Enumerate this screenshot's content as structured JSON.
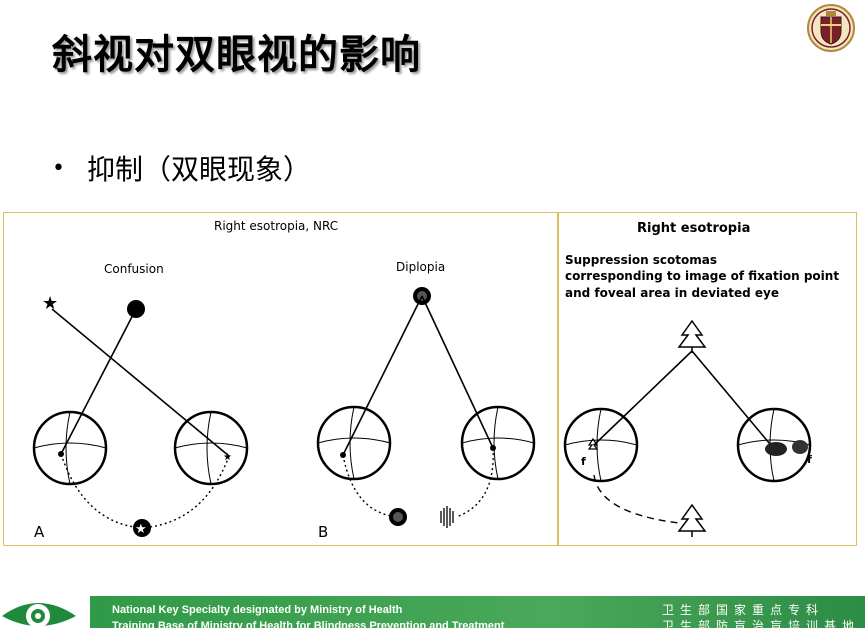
{
  "title": "斜视对双眼视的影响",
  "bullet": "抑制（双眼现象）",
  "figure_left": {
    "heading": "Right esotropia, NRC",
    "label_confusion": "Confusion",
    "label_diplopia": "Diplopia",
    "label_a": "A",
    "label_b": "B"
  },
  "figure_right": {
    "heading": "Right esotropia",
    "caption_line1": "Suppression scotomas",
    "caption_line2": "corresponding to image of fixation point",
    "caption_line3": "and foveal area in deviated eye",
    "fovea_left": "f",
    "fovea_right": "f"
  },
  "footer": {
    "en_line1": "National Key Specialty designated by Ministry of Health",
    "en_line2": "Training Base of Ministry of Health for Blindness Prevention and Treatment",
    "cn_line1": "卫生部国家重点专科",
    "cn_line2": "卫生部防盲治盲培训基地"
  },
  "colors": {
    "panel_border": "#d9c15b",
    "footer_green": "#3a9e50"
  }
}
